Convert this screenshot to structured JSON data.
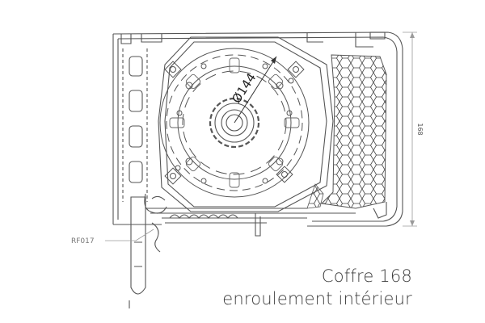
{
  "diagram": {
    "diameter_label": "Ø144",
    "height_label": "168",
    "part_reference": "RF017"
  },
  "caption": {
    "line1": "Coffre 168",
    "line2": "enroulement intérieur"
  },
  "colors": {
    "line": "#555555",
    "light_line": "#9a9a9a",
    "text": "#3f3f3f",
    "background": "#ffffff"
  }
}
